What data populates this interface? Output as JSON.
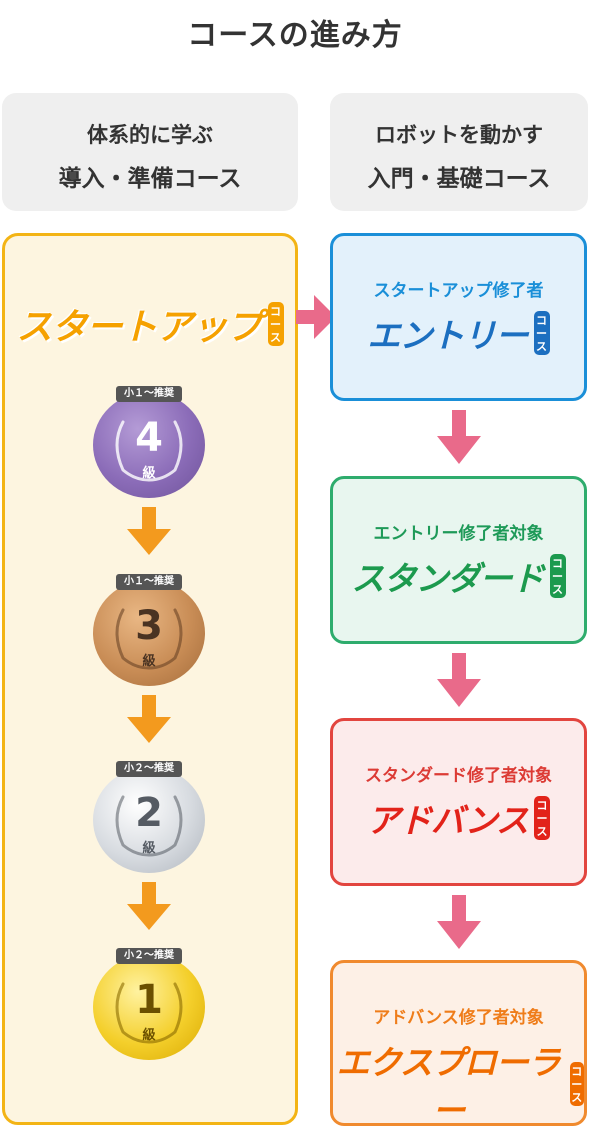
{
  "title": "コースの進み方",
  "left_column": {
    "header_line1": "体系的に学ぶ",
    "header_line2": "導入・準備コース",
    "course_logo": "スタートアップ",
    "course_tag": "コース",
    "medals": [
      {
        "badge": "小１〜推奨",
        "number": "4",
        "kyu": "級"
      },
      {
        "badge": "小１〜推奨",
        "number": "3",
        "kyu": "級"
      },
      {
        "badge": "小２〜推奨",
        "number": "2",
        "kyu": "級"
      },
      {
        "badge": "小２〜推奨",
        "number": "1",
        "kyu": "級"
      }
    ]
  },
  "right_column": {
    "header_line1": "ロボットを動かす",
    "header_line2": "入門・基礎コース",
    "courses": [
      {
        "condition": "スタートアップ修了者",
        "logo": "エントリー",
        "tag": "コース"
      },
      {
        "condition": "エントリー修了者対象",
        "logo": "スタンダード",
        "tag": "コース"
      },
      {
        "condition": "スタンダード修了者対象",
        "logo": "アドバンス",
        "tag": "コース"
      },
      {
        "condition": "アドバンス修了者対象",
        "logo": "エクスプローラー",
        "tag": "コース"
      }
    ]
  },
  "colors": {
    "orange_arrow": "#f39a1e",
    "pink_arrow": "#e96a8a",
    "panel_border": "#f3b415"
  },
  "icons": [
    "wreath-icon",
    "down-arrow-icon",
    "right-arrow-icon"
  ]
}
